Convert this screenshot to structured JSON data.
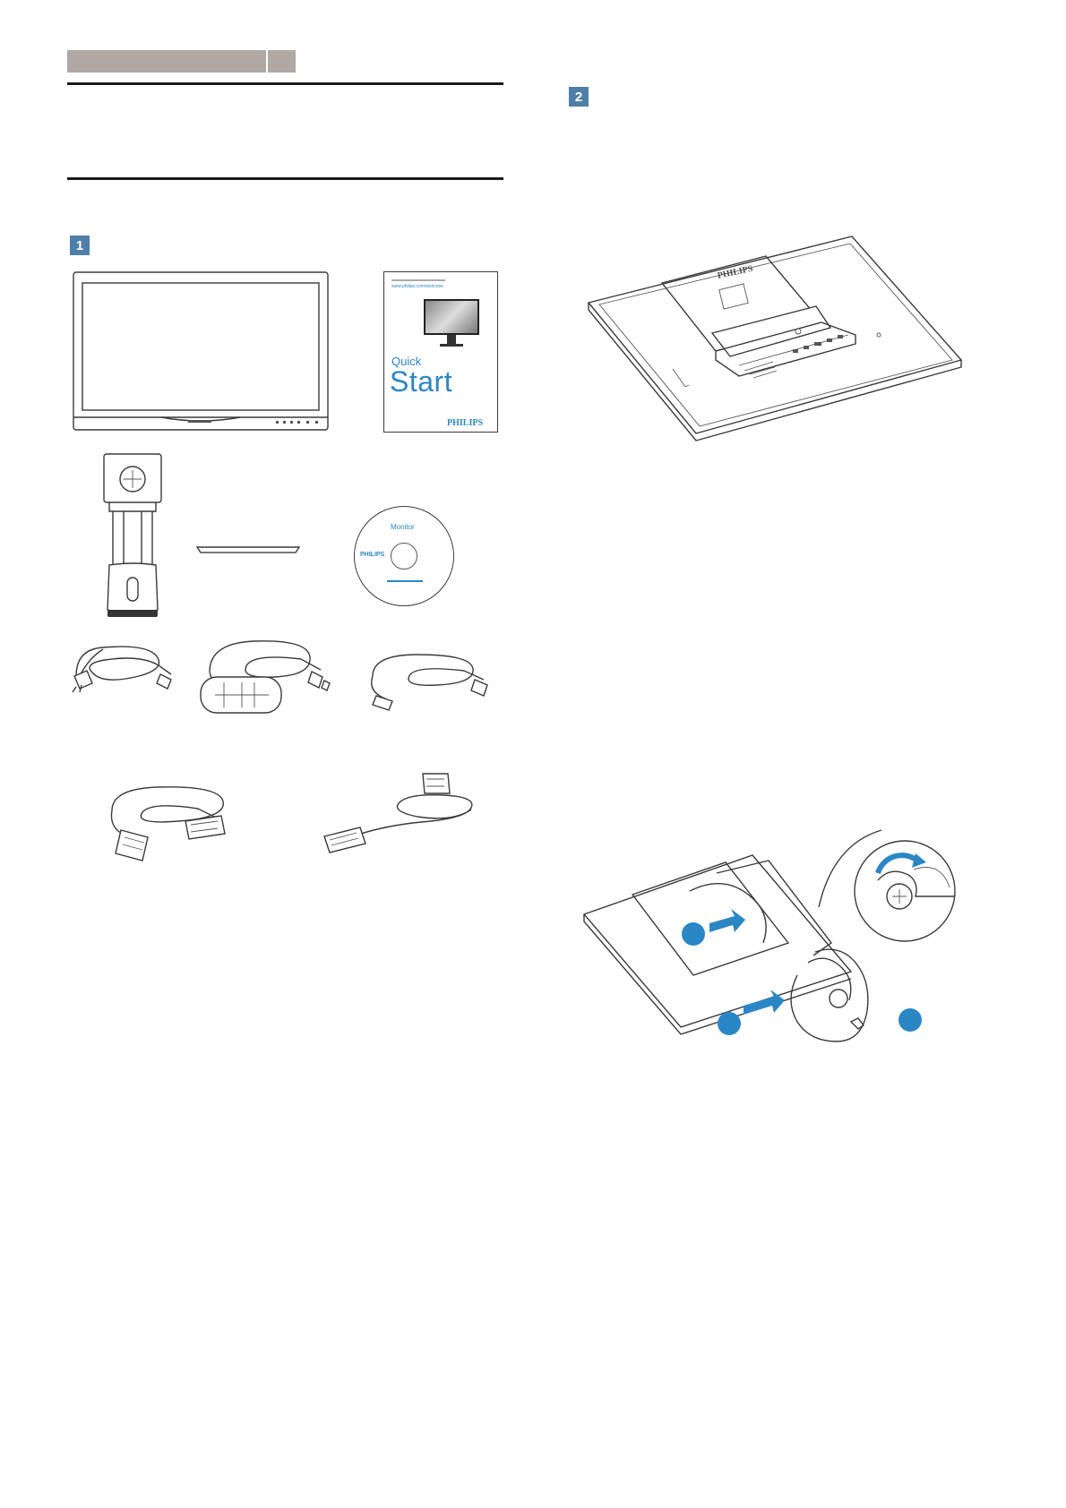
{
  "steps": {
    "one": "1",
    "two": "2"
  },
  "quick_start": {
    "word1": "Quick",
    "word2": "Start",
    "brand": "PHILIPS",
    "url": "www.philips.com/welcome"
  },
  "cd": {
    "label": "Monitor",
    "brand": "PHILIPS"
  },
  "monitor_back": {
    "brand": "PHILIPS"
  },
  "colors": {
    "accent": "#2b86c6",
    "badge": "#4f7fa8",
    "header_bar": "#b0a8a4"
  }
}
